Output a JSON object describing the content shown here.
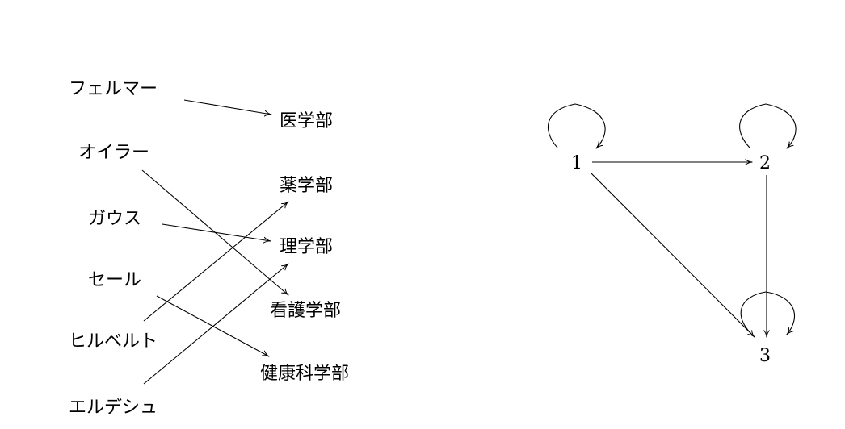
{
  "left_diagram": {
    "mathematicians": [
      "フェルマー",
      "オイラー",
      "ガウス",
      "セール",
      "ヒルベルト",
      "エルデシュ"
    ],
    "faculties": [
      "医学部",
      "薬学部",
      "理学部",
      "看護学部",
      "健康科学部"
    ],
    "mapping": [
      {
        "from": "フェルマー",
        "to": "医学部"
      },
      {
        "from": "オイラー",
        "to": "看護学部"
      },
      {
        "from": "ガウス",
        "to": "理学部"
      },
      {
        "from": "セール",
        "to": "健康科学部"
      },
      {
        "from": "ヒルベルト",
        "to": "薬学部"
      },
      {
        "from": "エルデシュ",
        "to": "理学部"
      }
    ]
  },
  "right_diagram": {
    "nodes": [
      "1",
      "2",
      "3"
    ],
    "edges": [
      {
        "from": "1",
        "to": "2"
      },
      {
        "from": "1",
        "to": "3"
      },
      {
        "from": "2",
        "to": "3"
      }
    ],
    "loops": [
      "1",
      "2",
      "3"
    ]
  }
}
